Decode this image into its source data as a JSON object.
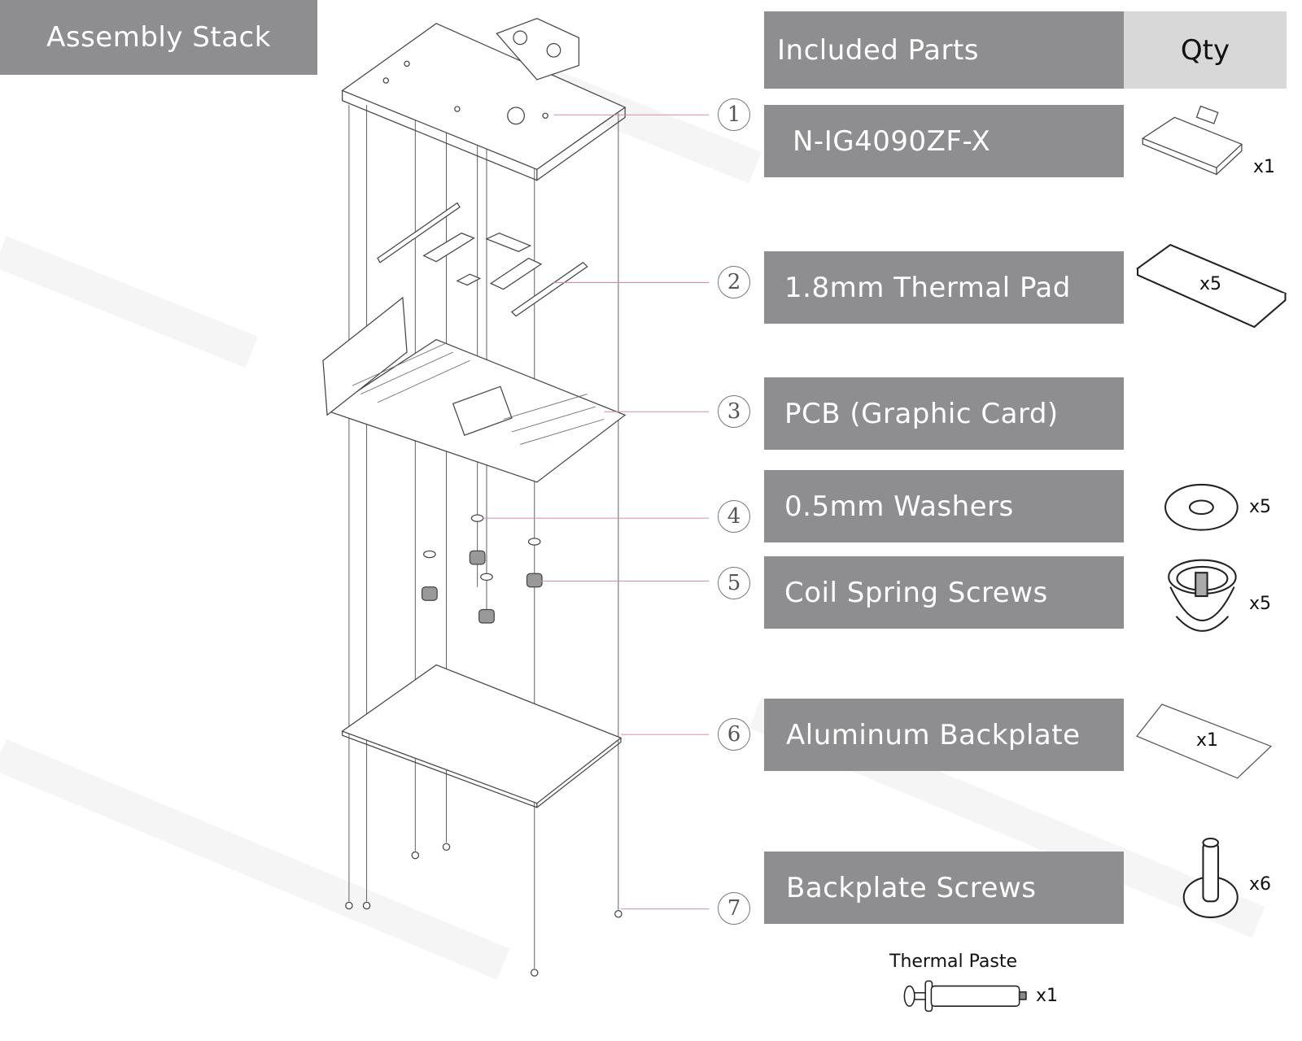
{
  "header": {
    "title": "Assembly Stack"
  },
  "table": {
    "parts_header": "Included Parts",
    "qty_header": "Qty",
    "rows": [
      {
        "num": "1",
        "label": "N-IG4090ZF-X",
        "qty": "x1",
        "icon": "water-block-icon"
      },
      {
        "num": "2",
        "label": "1.8mm Thermal Pad",
        "qty": "x5",
        "icon": "thermal-pad-icon"
      },
      {
        "num": "3",
        "label": "PCB (Graphic Card)",
        "qty": "",
        "icon": ""
      },
      {
        "num": "4",
        "label": "0.5mm Washers",
        "qty": "x5",
        "icon": "washer-icon"
      },
      {
        "num": "5",
        "label": "Coil Spring Screws",
        "qty": "x5",
        "icon": "spring-screw-icon"
      },
      {
        "num": "6",
        "label": "Aluminum Backplate",
        "qty": "x1",
        "icon": "backplate-icon"
      },
      {
        "num": "7",
        "label": "Backplate Screws",
        "qty": "x6",
        "icon": "screw-icon"
      }
    ],
    "extra": {
      "label": "Thermal Paste",
      "qty": "x1",
      "icon": "thermal-paste-icon"
    }
  },
  "colors": {
    "bar": "#8e8e90",
    "qty_header": "#d8d8d8",
    "leader": "#d88aa8"
  }
}
